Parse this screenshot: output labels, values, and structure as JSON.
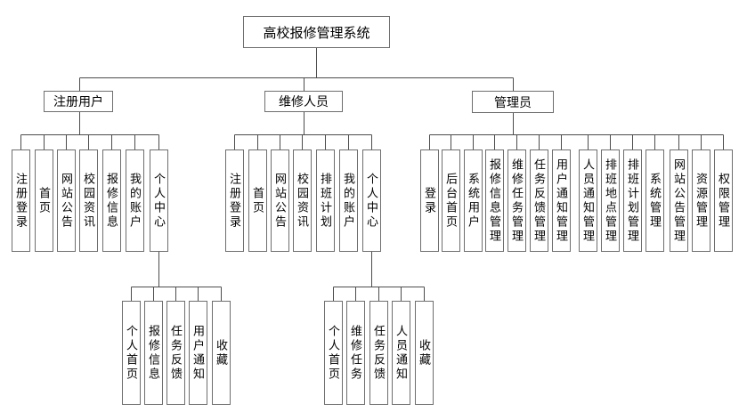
{
  "colors": {
    "background": "#ffffff",
    "line": "#4c4c4c",
    "box_border": "#6e6e6e",
    "text": "#000000"
  },
  "tree": {
    "root": {
      "label": "高校报修管理系统"
    },
    "branches": [
      {
        "label": "注册用户",
        "children": [
          "注册登录",
          "首页",
          "网站公告",
          "校园资讯",
          "报修信息",
          "我的账户",
          "个人中心"
        ],
        "personal_center": [
          "个人首页",
          "报修信息",
          "任务反馈",
          "用户通知",
          "收藏"
        ]
      },
      {
        "label": "维修人员",
        "children": [
          "注册登录",
          "首页",
          "网站公告",
          "校园资讯",
          "排班计划",
          "我的账户",
          "个人中心"
        ],
        "personal_center": [
          "个人首页",
          "维修任务",
          "任务反馈",
          "人员通知",
          "收藏"
        ]
      },
      {
        "label": "管理员",
        "children": [
          "登录",
          "后台首页",
          "系统用户",
          "报修信息管理",
          "维修任务管理",
          "任务反馈管理",
          "用户通知管理",
          "人员通知管理",
          "排班地点管理",
          "排班计划管理",
          "系统管理",
          "网站公告管理",
          "资源管理",
          "权限管理"
        ]
      }
    ]
  }
}
